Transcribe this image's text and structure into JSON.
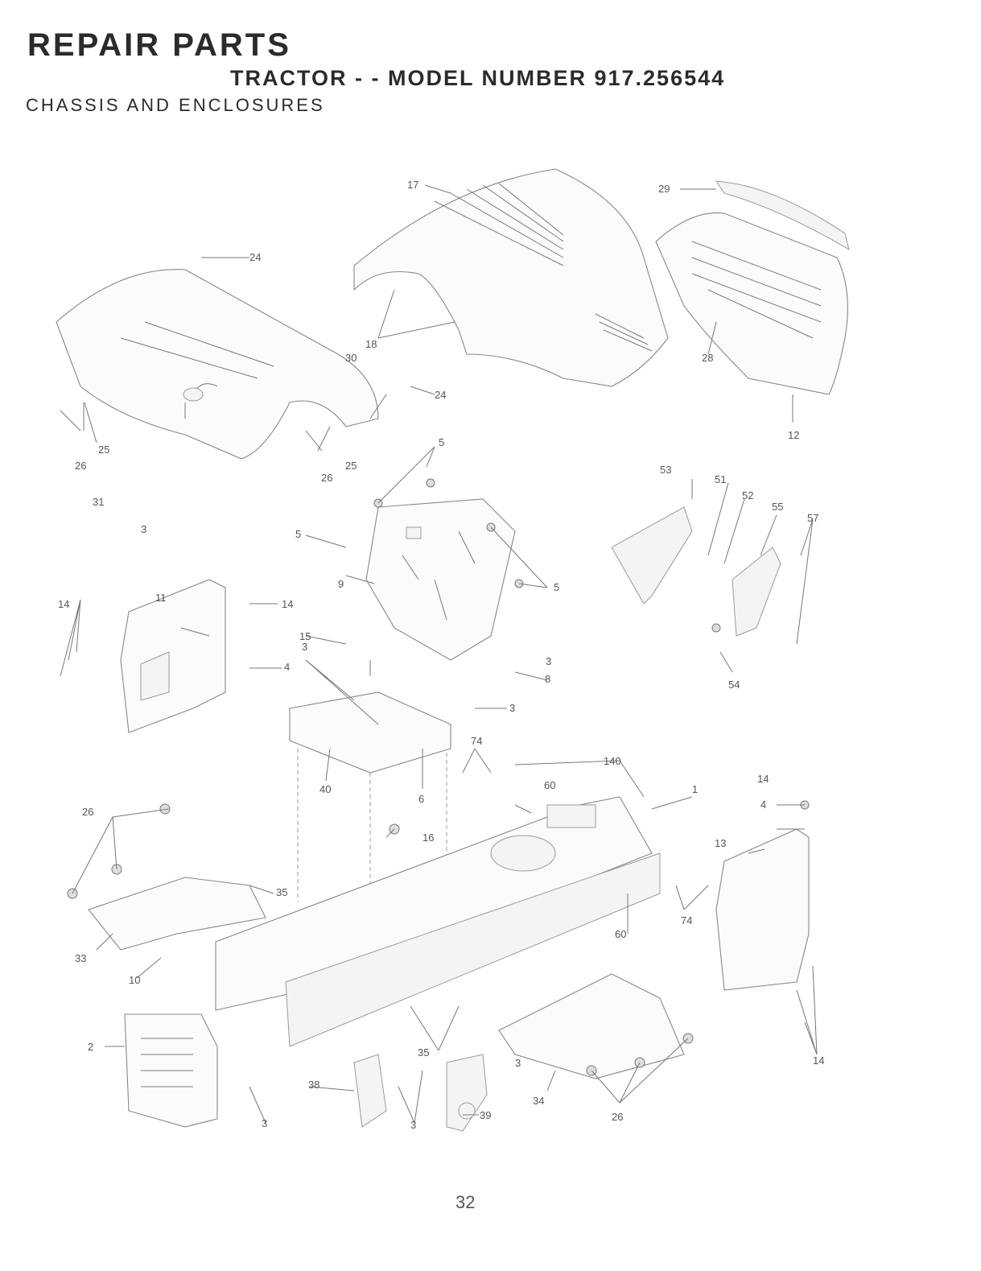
{
  "header": {
    "title": "REPAIR PARTS",
    "model_line": "TRACTOR - - MODEL NUMBER 917.256544",
    "section": "CHASSIS AND ENCLOSURES"
  },
  "page_number": "32",
  "callouts": {
    "c1": "1",
    "c2": "2",
    "c3a": "3",
    "c3b": "3",
    "c3c": "3",
    "c3d": "3",
    "c3e": "3",
    "c3f": "3",
    "c3g": "3",
    "c4a": "4",
    "c4b": "4",
    "c5a": "5",
    "c5b": "5",
    "c5c": "5",
    "c6": "6",
    "c8": "8",
    "c9": "9",
    "c10": "10",
    "c11": "11",
    "c12": "12",
    "c13": "13",
    "c14a": "14",
    "c14b": "14",
    "c14c": "14",
    "c14d": "14",
    "c15": "15",
    "c16": "16",
    "c17": "17",
    "c18": "18",
    "c24a": "24",
    "c24b": "24",
    "c25a": "25",
    "c25b": "25",
    "c26a": "26",
    "c26b": "26",
    "c26c": "26",
    "c26d": "26",
    "c28": "28",
    "c29": "29",
    "c30": "30",
    "c31": "31",
    "c33": "33",
    "c34": "34",
    "c35a": "35",
    "c35b": "35",
    "c38": "38",
    "c39": "39",
    "c40": "40",
    "c51": "51",
    "c52": "52",
    "c53": "53",
    "c54": "54",
    "c55": "55",
    "c57": "57",
    "c60a": "60",
    "c60b": "60",
    "c74a": "74",
    "c74b": "74",
    "c140": "140"
  }
}
